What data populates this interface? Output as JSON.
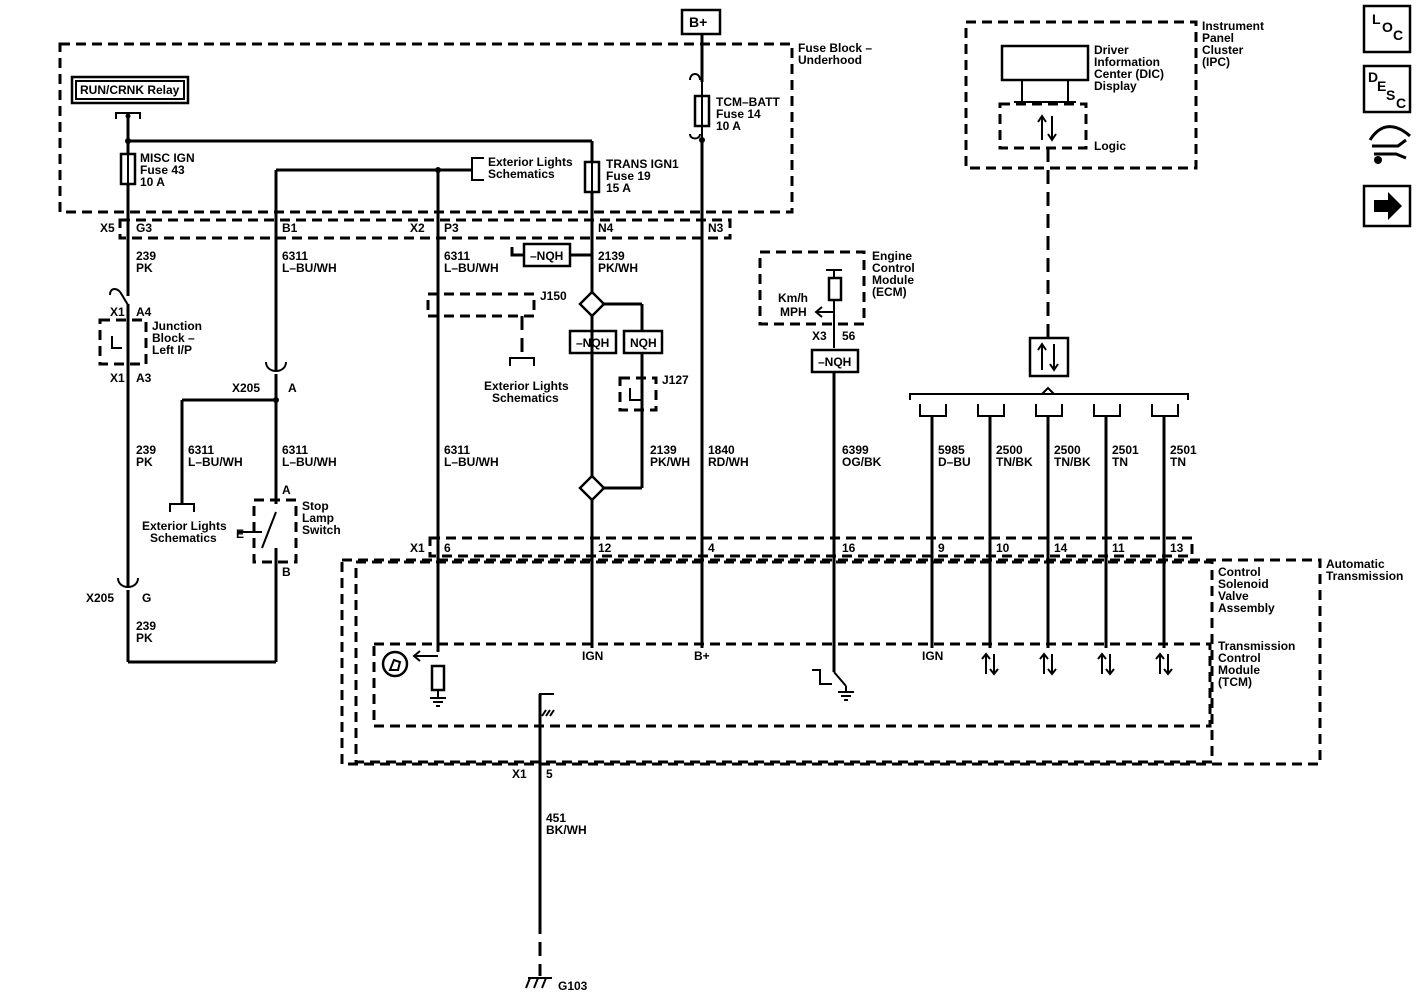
{
  "power_source": "B+",
  "run_crnk_relay": "RUN/CRNK Relay",
  "fuse_block": {
    "line1": "Fuse Block –",
    "line2": "Underhood"
  },
  "fuses": {
    "misc_ign": {
      "name": "MISC IGN",
      "fuse": "Fuse 43",
      "amps": "10 A"
    },
    "trans_ign1": {
      "name": "TRANS IGN1",
      "fuse": "Fuse 19",
      "amps": "15 A"
    },
    "tcm_batt": {
      "name": "TCM–BATT",
      "fuse": "Fuse 14",
      "amps": "10 A"
    }
  },
  "exterior_lights": {
    "line1": "Exterior Lights",
    "line2": "Schematics"
  },
  "connectors": {
    "x5": "X5",
    "g3": "G3",
    "b1": "B1",
    "x2": "X2",
    "p3": "P3",
    "n4": "N4",
    "n3": "N3",
    "x1": "X1",
    "a4": "A4",
    "a3": "A3",
    "x205": "X205",
    "a": "A",
    "b": "B",
    "g": "G",
    "j150": "J150",
    "j127": "J127",
    "x3": "X3",
    "pin56": "56",
    "pin6": "6",
    "pin12": "12",
    "pin4": "4",
    "pin16": "16",
    "pin9": "9",
    "pin10": "10",
    "pin14": "14",
    "pin11": "11",
    "pin13": "13",
    "pin5": "5"
  },
  "wires": {
    "w239": {
      "circuit": "239",
      "color": "PK"
    },
    "w6311": {
      "circuit": "6311",
      "color": "L–BU/WH"
    },
    "w2139": {
      "circuit": "2139",
      "color": "PK/WH"
    },
    "w1840": {
      "circuit": "1840",
      "color": "RD/WH"
    },
    "w6399": {
      "circuit": "6399",
      "color": "OG/BK"
    },
    "w5985": {
      "circuit": "5985",
      "color": "D–BU"
    },
    "w2500": {
      "circuit": "2500",
      "color": "TN/BK"
    },
    "w2501": {
      "circuit": "2501",
      "color": "TN"
    },
    "w451": {
      "circuit": "451",
      "color": "BK/WH"
    }
  },
  "junction_block": {
    "line1": "Junction",
    "line2": "Block –",
    "line3": "Left I/P"
  },
  "stop_lamp_switch": {
    "line1": "Stop",
    "line2": "Lamp",
    "line3": "Switch"
  },
  "nqh_neg": "–NQH",
  "nqh": "NQH",
  "ecm": {
    "line1": "Engine",
    "line2": "Control",
    "line3": "Module",
    "line4": "(ECM)",
    "signal1": "Km/h",
    "signal2": "MPH"
  },
  "ipc": {
    "line1": "Instrument",
    "line2": "Panel",
    "line3": "Cluster",
    "line4": "(IPC)"
  },
  "dic": {
    "line1": "Driver",
    "line2": "Information",
    "line3": "Center (DIC)",
    "line4": "Display"
  },
  "logic": "Logic",
  "automatic_transmission": {
    "line1": "Automatic",
    "line2": "Transmission"
  },
  "control_solenoid": {
    "line1": "Control",
    "line2": "Solenoid",
    "line3": "Valve",
    "line4": "Assembly"
  },
  "tcm": {
    "line1": "Transmission",
    "line2": "Control",
    "line3": "Module",
    "line4": "(TCM)"
  },
  "ign": "IGN",
  "bplus": "B+",
  "ground": "G103",
  "nav": {
    "loc": {
      "l1": "L",
      "l2": "O",
      "l3": "C"
    },
    "desc": {
      "l1": "D",
      "l2": "E",
      "l3": "S",
      "l4": "C"
    }
  }
}
